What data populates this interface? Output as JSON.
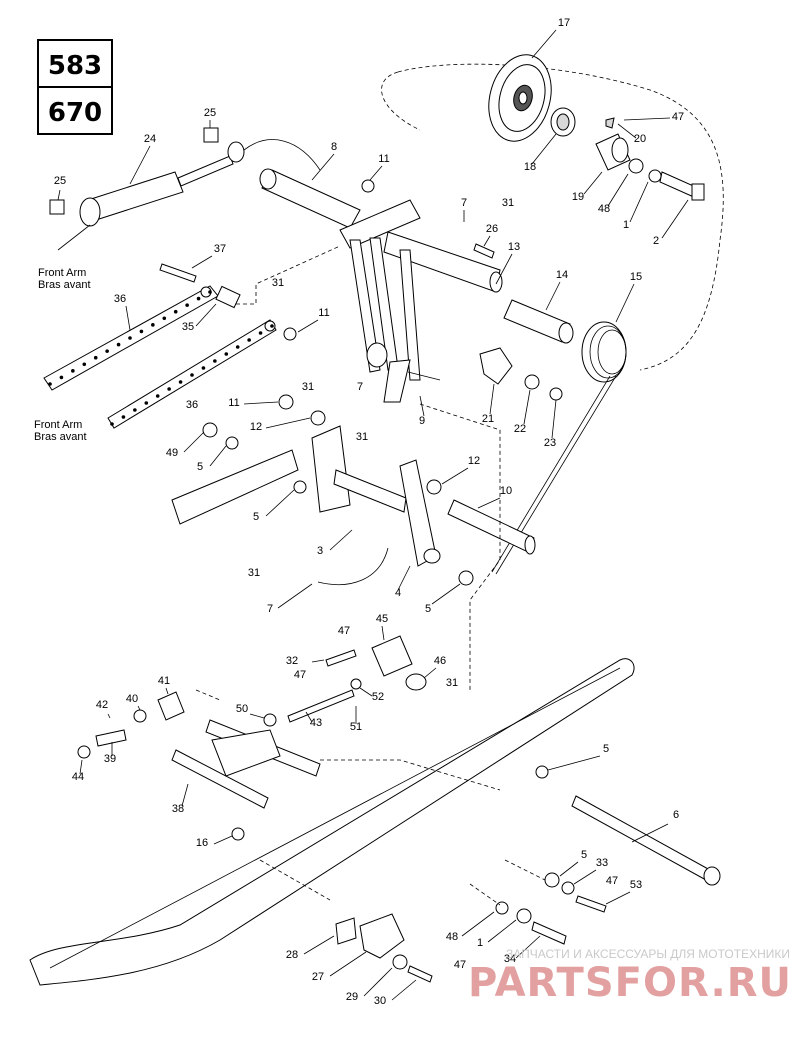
{
  "models": [
    "583",
    "670"
  ],
  "annotations": {
    "front_arm_1": [
      "Front Arm",
      "Bras avant"
    ],
    "front_arm_2": [
      "Front Arm",
      "Bras avant"
    ]
  },
  "labels": [
    "17",
    "20",
    "47",
    "25",
    "24",
    "25",
    "8",
    "11",
    "7",
    "31",
    "26",
    "13",
    "37",
    "31",
    "14",
    "15",
    "36",
    "35",
    "11",
    "21",
    "22",
    "23",
    "31",
    "7",
    "9",
    "31",
    "36",
    "11",
    "12",
    "49",
    "5",
    "12",
    "5",
    "10",
    "3",
    "4",
    "5",
    "31",
    "7",
    "45",
    "47",
    "32",
    "47",
    "46",
    "31",
    "52",
    "41",
    "40",
    "42",
    "50",
    "43",
    "51",
    "39",
    "44",
    "38",
    "5",
    "6",
    "16",
    "5",
    "33",
    "47",
    "53",
    "48",
    "1",
    "34",
    "47",
    "28",
    "27",
    "29",
    "30",
    "18",
    "19",
    "48",
    "1",
    "2"
  ],
  "watermark": {
    "line1": "ЗАПЧАСТИ И АКСЕССУАРЫ ДЛЯ МОТОТЕХНИКИ",
    "line2": "PARTSFOR.RU"
  },
  "colors": {
    "line": "#000000",
    "watermark_text": "#c9c9c9",
    "watermark_logo": "#e3a0a0"
  }
}
